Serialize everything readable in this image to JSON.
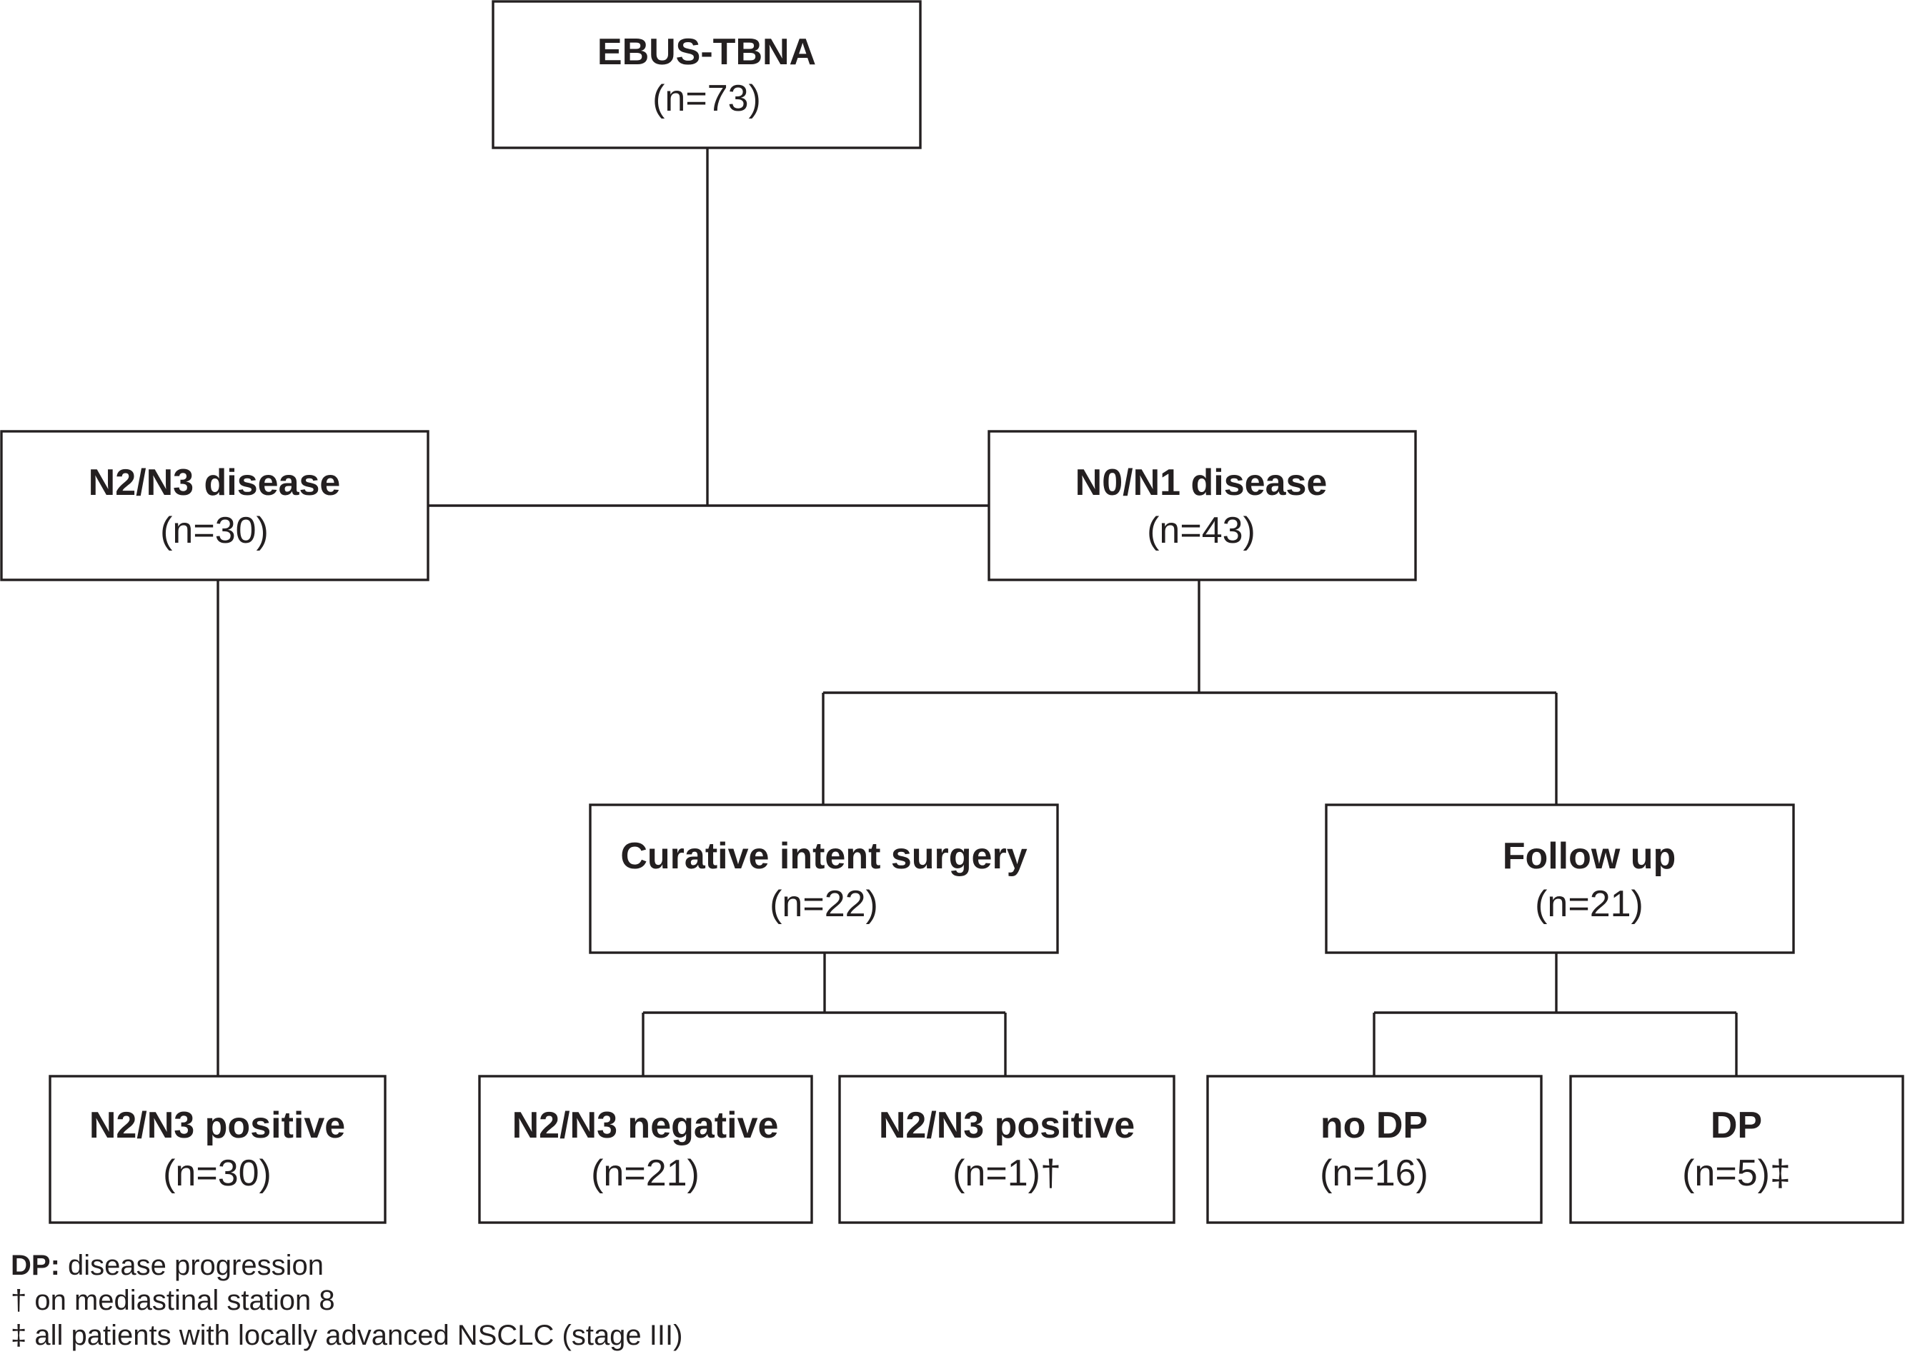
{
  "nodes": {
    "ebus_tbna": {
      "title": "EBUS-TBNA",
      "count": "(n=73)"
    },
    "n2n3_disease": {
      "title": "N2/N3 disease",
      "count": "(n=30)"
    },
    "n0n1_disease": {
      "title": "N0/N1 disease",
      "count": "(n=43)"
    },
    "curative_surgery": {
      "title": "Curative intent surgery",
      "count": "(n=22)"
    },
    "follow_up": {
      "title": "Follow up",
      "count": "(n=21)"
    },
    "n2n3_positive_direct": {
      "title": "N2/N3 positive",
      "count": "(n=30)"
    },
    "n2n3_negative": {
      "title": "N2/N3 negative",
      "count": "(n=21)"
    },
    "n2n3_positive_surgery": {
      "title": "N2/N3 positive",
      "count": "(n=1)†"
    },
    "no_dp": {
      "title": "no DP",
      "count": "(n=16)"
    },
    "dp": {
      "title": "DP",
      "count": "(n=5)‡"
    }
  },
  "legend": {
    "dp_abbrev": "DP:",
    "dp_text": " disease progression",
    "dagger_text": "† on mediastinal station 8",
    "double_dagger_text": "‡ all patients with locally advanced NSCLC (stage III)"
  }
}
